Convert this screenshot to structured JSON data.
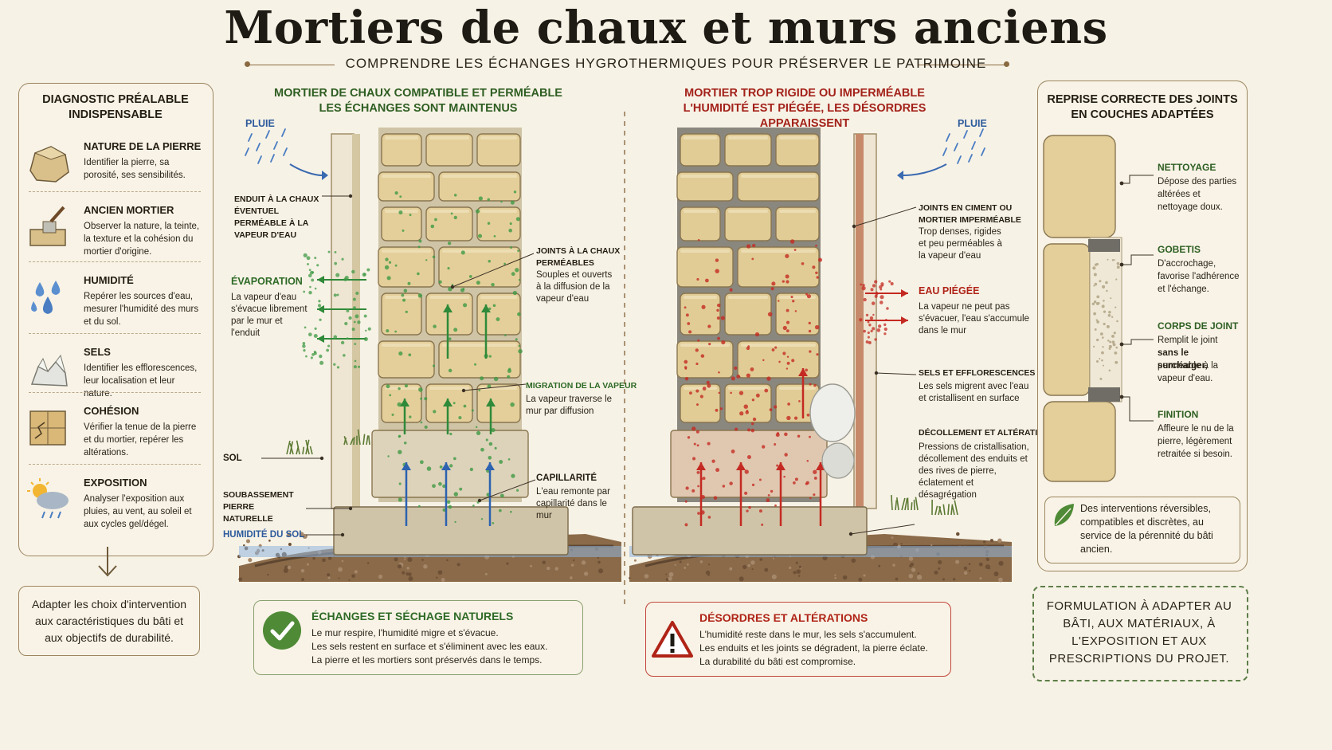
{
  "header": {
    "title": "Mortiers de chaux et murs anciens",
    "subtitle": "COMPRENDRE LES ÉCHANGES HYGROTHERMIQUES POUR PRÉSERVER LE PATRIMOINE"
  },
  "diagnostic": {
    "heading": "DIAGNOSTIC PRÉALABLE INDISPENSABLE",
    "items": [
      {
        "title": "NATURE DE LA PIERRE",
        "text": "Identifier la pierre, sa porosité, ses sensibilités.",
        "icon": "stone-icon"
      },
      {
        "title": "ANCIEN MORTIER",
        "text": "Observer la nature, la teinte, la texture et la cohésion du mortier d'origine.",
        "icon": "trowel-icon"
      },
      {
        "title": "HUMIDITÉ",
        "text": "Repérer les sources d'eau, mesurer l'humidité des murs et du sol.",
        "icon": "droplets-icon"
      },
      {
        "title": "SELS",
        "text": "Identifier les efflorescences, leur localisation et leur nature.",
        "icon": "salt-crystals-icon"
      },
      {
        "title": "COHÉSION",
        "text": "Vérifier la tenue de la pierre et du mortier, repérer les altérations.",
        "icon": "cracked-block-icon"
      },
      {
        "title": "EXPOSITION",
        "text": "Analyser l'exposition aux pluies, au vent, au soleil et aux cycles gel/dégel.",
        "icon": "sun-rain-icon"
      }
    ],
    "conclusion": "Adapter les choix d'intervention aux caractéristiques du bâti et aux objectifs de durabilité."
  },
  "good": {
    "heading_line1": "MORTIER DE CHAUX COMPATIBLE ET PERMÉABLE",
    "heading_line2": "LES ÉCHANGES SONT MAINTENUS",
    "rain": "PLUIE",
    "enduit": "ENDUIT À LA CHAUX ÉVENTUEL PERMÉABLE À LA VAPEUR D'EAU",
    "evaporation_title": "ÉVAPORATION",
    "evaporation_text": "La vapeur d'eau s'évacue librement par le mur et l'enduit",
    "joints_title": "JOINTS À LA CHAUX PERMÉABLES",
    "joints_text": "Souples et ouverts à la diffusion de la vapeur d'eau",
    "migration_title": "MIGRATION DE LA VAPEUR",
    "migration_text": "La vapeur traverse le mur par diffusion",
    "capillarite_title": "CAPILLARITÉ",
    "capillarite_text": "L'eau remonte par capillarité dans le mur",
    "sol": "SOL",
    "soubassement": "SOUBASSEMENT PIERRE NATURELLE",
    "humidite_sol": "HUMIDITÉ DU SOL",
    "summary_title": "ÉCHANGES ET SÉCHAGE NATURELS",
    "summary_lines": [
      "Le mur respire, l'humidité migre et s'évacue.",
      "Les sels restent en surface et s'éliminent avec les eaux.",
      "La pierre et les mortiers sont préservés dans le temps."
    ]
  },
  "bad": {
    "heading_line1": "MORTIER TROP RIGIDE OU IMPERMÉABLE",
    "heading_line2": "L'HUMIDITÉ EST PIÉGÉE, LES DÉSORDRES APPARAISSENT",
    "rain": "PLUIE",
    "joints_title": "JOINTS EN CIMENT OU MORTIER IMPERMÉABLE",
    "joints_text": "Trop denses, rigides et peu perméables à la vapeur d'eau",
    "eau_title": "EAU PIÉGÉE",
    "eau_text": "La vapeur ne peut pas s'évacuer, l'eau s'accumule dans le mur",
    "sels_title": "SELS ET EFFLORESCENCES",
    "sels_text": "Les sels migrent avec l'eau et cristallisent en surface",
    "decol_title": "DÉCOLLEMENT ET ALTÉRATION",
    "decol_text": "Pressions de cristallisation, décollement des enduits et des rives de pierre, éclatement et désagrégation",
    "summary_title": "DÉSORDRES ET ALTÉRATIONS",
    "summary_lines": [
      "L'humidité reste dans le mur, les sels s'accumulent.",
      "Les enduits et les joints se dégradent, la pierre éclate.",
      "La durabilité du bâti est compromise."
    ]
  },
  "repair": {
    "heading": "REPRISE CORRECTE DES JOINTS EN COUCHES ADAPTÉES",
    "layers": [
      {
        "title": "NETTOYAGE",
        "text": "Dépose des parties altérées et nettoyage doux."
      },
      {
        "title": "GOBETIS",
        "text": "D'accrochage, favorise l'adhérence et l'échange."
      },
      {
        "title": "CORPS DE JOINT",
        "text_a": "Remplit le joint",
        "text_b": "sans le surcharger,",
        "text_c": "perméable à la vapeur d'eau."
      },
      {
        "title": "FINITION",
        "text": "Affleure le nu de la pierre, légèrement retraitée si besoin."
      }
    ],
    "note": "Des interventions réversibles, compatibles et discrètes, au service de la pérennité du bâti ancien.",
    "formulation": "FORMULATION À ADAPTER AU BÂTI, AUX MATÉRIAUX, À L'EXPOSITION ET AUX PRESCRIPTIONS DU PROJET."
  },
  "colors": {
    "green": "#2e6a26",
    "red": "#b02418",
    "blue": "#2c5a9c",
    "stone": "#e3cd98",
    "background": "#f7f2e6"
  }
}
